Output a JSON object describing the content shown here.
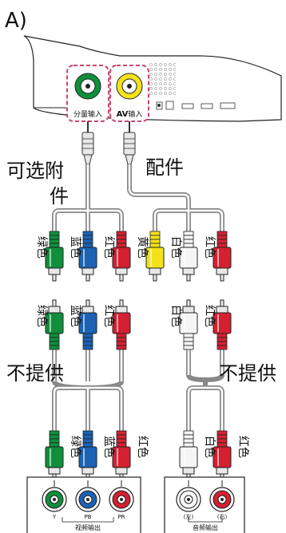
{
  "diagram": {
    "panel_label": "A)",
    "ports": {
      "component_input": "分量输入",
      "av_prefix": "AV",
      "av_suffix": "输入"
    },
    "labels": {
      "optional_accessory": "可选附件",
      "accessory": "配件",
      "not_provided_left": "不提供",
      "not_provided_right": "不提供"
    },
    "connector_colors": {
      "green": "绿色",
      "blue": "蓝色",
      "red": "红色",
      "yellow": "黄色",
      "white": "白色"
    },
    "device_left": {
      "jack_labels": [
        "Y",
        "PB",
        "PR"
      ],
      "caption": "视频输出"
    },
    "device_right": {
      "jack_labels": [
        "(左)",
        "(右)"
      ],
      "caption": "音频输出"
    },
    "colors": {
      "green": "#0f8f3c",
      "blue": "#1b62b5",
      "red": "#d42030",
      "yellow": "#f3e21a",
      "white": "#f5f5f5",
      "highlight": "#c8476b"
    }
  }
}
